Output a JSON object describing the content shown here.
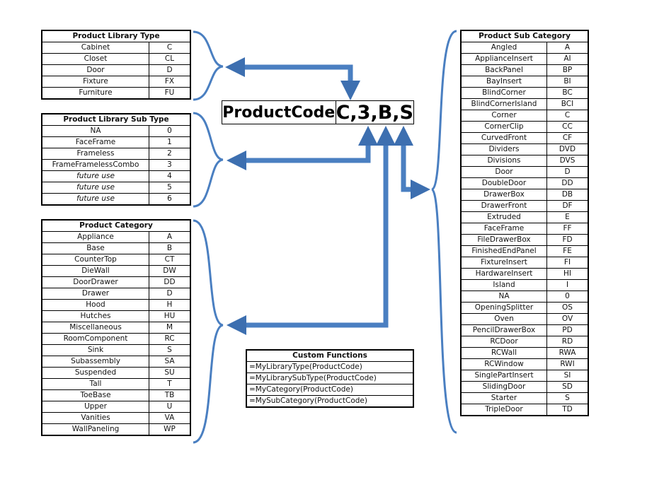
{
  "product_code": {
    "label": "ProductCode",
    "value": "C,3,B,S"
  },
  "library_type": {
    "title": "Product Library Type",
    "rows": [
      [
        "Cabinet",
        "C"
      ],
      [
        "Closet",
        "CL"
      ],
      [
        "Door",
        "D"
      ],
      [
        "Fixture",
        "FX"
      ],
      [
        "Furniture",
        "FU"
      ]
    ]
  },
  "library_sub_type": {
    "title": "Product Library Sub Type",
    "rows": [
      [
        "NA",
        "0"
      ],
      [
        "FaceFrame",
        "1"
      ],
      [
        "Frameless",
        "2"
      ],
      [
        "FrameFramelessCombo",
        "3"
      ],
      [
        "future use",
        "4"
      ],
      [
        "future use",
        "5"
      ],
      [
        "future use",
        "6"
      ]
    ]
  },
  "category": {
    "title": "Product Category",
    "rows": [
      [
        "Appliance",
        "A"
      ],
      [
        "Base",
        "B"
      ],
      [
        "CounterTop",
        "CT"
      ],
      [
        "DieWall",
        "DW"
      ],
      [
        "DoorDrawer",
        "DD"
      ],
      [
        "Drawer",
        "D"
      ],
      [
        "Hood",
        "H"
      ],
      [
        "Hutches",
        "HU"
      ],
      [
        "Miscellaneous",
        "M"
      ],
      [
        "RoomComponent",
        "RC"
      ],
      [
        "Sink",
        "S"
      ],
      [
        "Subassembly",
        "SA"
      ],
      [
        "Suspended",
        "SU"
      ],
      [
        "Tall",
        "T"
      ],
      [
        "ToeBase",
        "TB"
      ],
      [
        "Upper",
        "U"
      ],
      [
        "Vanities",
        "VA"
      ],
      [
        "WallPaneling",
        "WP"
      ]
    ]
  },
  "sub_category": {
    "title": "Product Sub Category",
    "rows": [
      [
        "Angled",
        "A"
      ],
      [
        "ApplianceInsert",
        "AI"
      ],
      [
        "BackPanel",
        "BP"
      ],
      [
        "BayInsert",
        "BI"
      ],
      [
        "BlindCorner",
        "BC"
      ],
      [
        "BlindCornerIsland",
        "BCI"
      ],
      [
        "Corner",
        "C"
      ],
      [
        "CornerClip",
        "CC"
      ],
      [
        "CurvedFront",
        "CF"
      ],
      [
        "Dividers",
        "DVD"
      ],
      [
        "Divisions",
        "DVS"
      ],
      [
        "Door",
        "D"
      ],
      [
        "DoubleDoor",
        "DD"
      ],
      [
        "DrawerBox",
        "DB"
      ],
      [
        "DrawerFront",
        "DF"
      ],
      [
        "Extruded",
        "E"
      ],
      [
        "FaceFrame",
        "FF"
      ],
      [
        "FileDrawerBox",
        "FD"
      ],
      [
        "FinishedEndPanel",
        "FE"
      ],
      [
        "FixtureInsert",
        "FI"
      ],
      [
        "HardwareInsert",
        "HI"
      ],
      [
        "Island",
        "I"
      ],
      [
        "NA",
        "0"
      ],
      [
        "OpeningSplitter",
        "OS"
      ],
      [
        "Oven",
        "OV"
      ],
      [
        "PencilDrawerBox",
        "PD"
      ],
      [
        "RCDoor",
        "RD"
      ],
      [
        "RCWall",
        "RWA"
      ],
      [
        "RCWindow",
        "RWI"
      ],
      [
        "SinglePartInsert",
        "SI"
      ],
      [
        "SlidingDoor",
        "SD"
      ],
      [
        "Starter",
        "S"
      ],
      [
        "TripleDoor",
        "TD"
      ]
    ]
  },
  "custom_functions": {
    "title": "Custom Functions",
    "rows": [
      "=MyLibraryType(ProductCode)",
      "=MyLibrarySubType(ProductCode)",
      "=MyCategory(ProductCode)",
      "=MySubCategory(ProductCode)"
    ]
  },
  "colors": {
    "arrow": "#4a7fc1",
    "brace": "#4a7fc1"
  }
}
